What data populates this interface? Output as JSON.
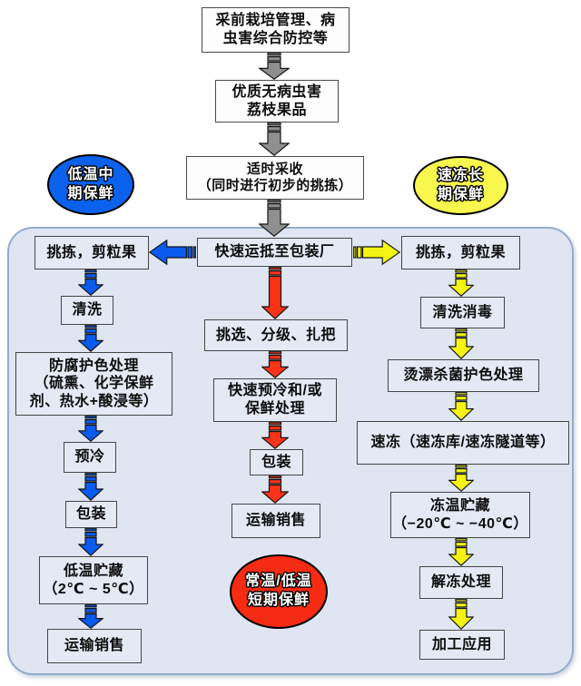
{
  "colors": {
    "accent_blue": "#0a5aee",
    "accent_yellow": "#f4f414",
    "accent_red": "#fa3319",
    "arrow_gray": "#8f8f8f",
    "ellipse_blue": "#0a62ec",
    "ellipse_yellow": "#f7f74d",
    "ellipse_red": "#f52c13",
    "container_bg": "#dfe5f1",
    "container_border": "#93accd",
    "box_bg": "#e4e9f4",
    "box_border": "#454545"
  },
  "pre_flow": {
    "box1": "采前栽培管理、病\n虫害综合防控等",
    "box2": "优质无病虫害\n荔枝果品",
    "box3": "适时采收\n（同时进行初步的挑拣）"
  },
  "ellipses": {
    "left": "低温中\n期保鲜",
    "right": "速冻长\n期保鲜",
    "bottom": "常温/低温\n短期保鲜"
  },
  "hub": "快速运抵至包装厂",
  "left_column": [
    "挑拣，剪粒果",
    "清洗",
    "防腐护色处理\n（硫熏、化学保鲜\n剂、热水+酸浸等）",
    "预冷",
    "包装",
    "低温贮藏\n（2℃ ~ 5℃）",
    "运输销售"
  ],
  "center_column": [
    "挑选、分级、扎把",
    "快速预冷和/或\n保鲜处理",
    "包装",
    "运输销售"
  ],
  "right_column": [
    "挑拣，剪粒果",
    "清洗消毒",
    "烫漂杀菌护色处理",
    "速冻（速冻库/速冻隧道等）",
    "冻温贮藏\n（−20℃ ~ −40℃）",
    "解冻处理",
    "加工应用"
  ]
}
